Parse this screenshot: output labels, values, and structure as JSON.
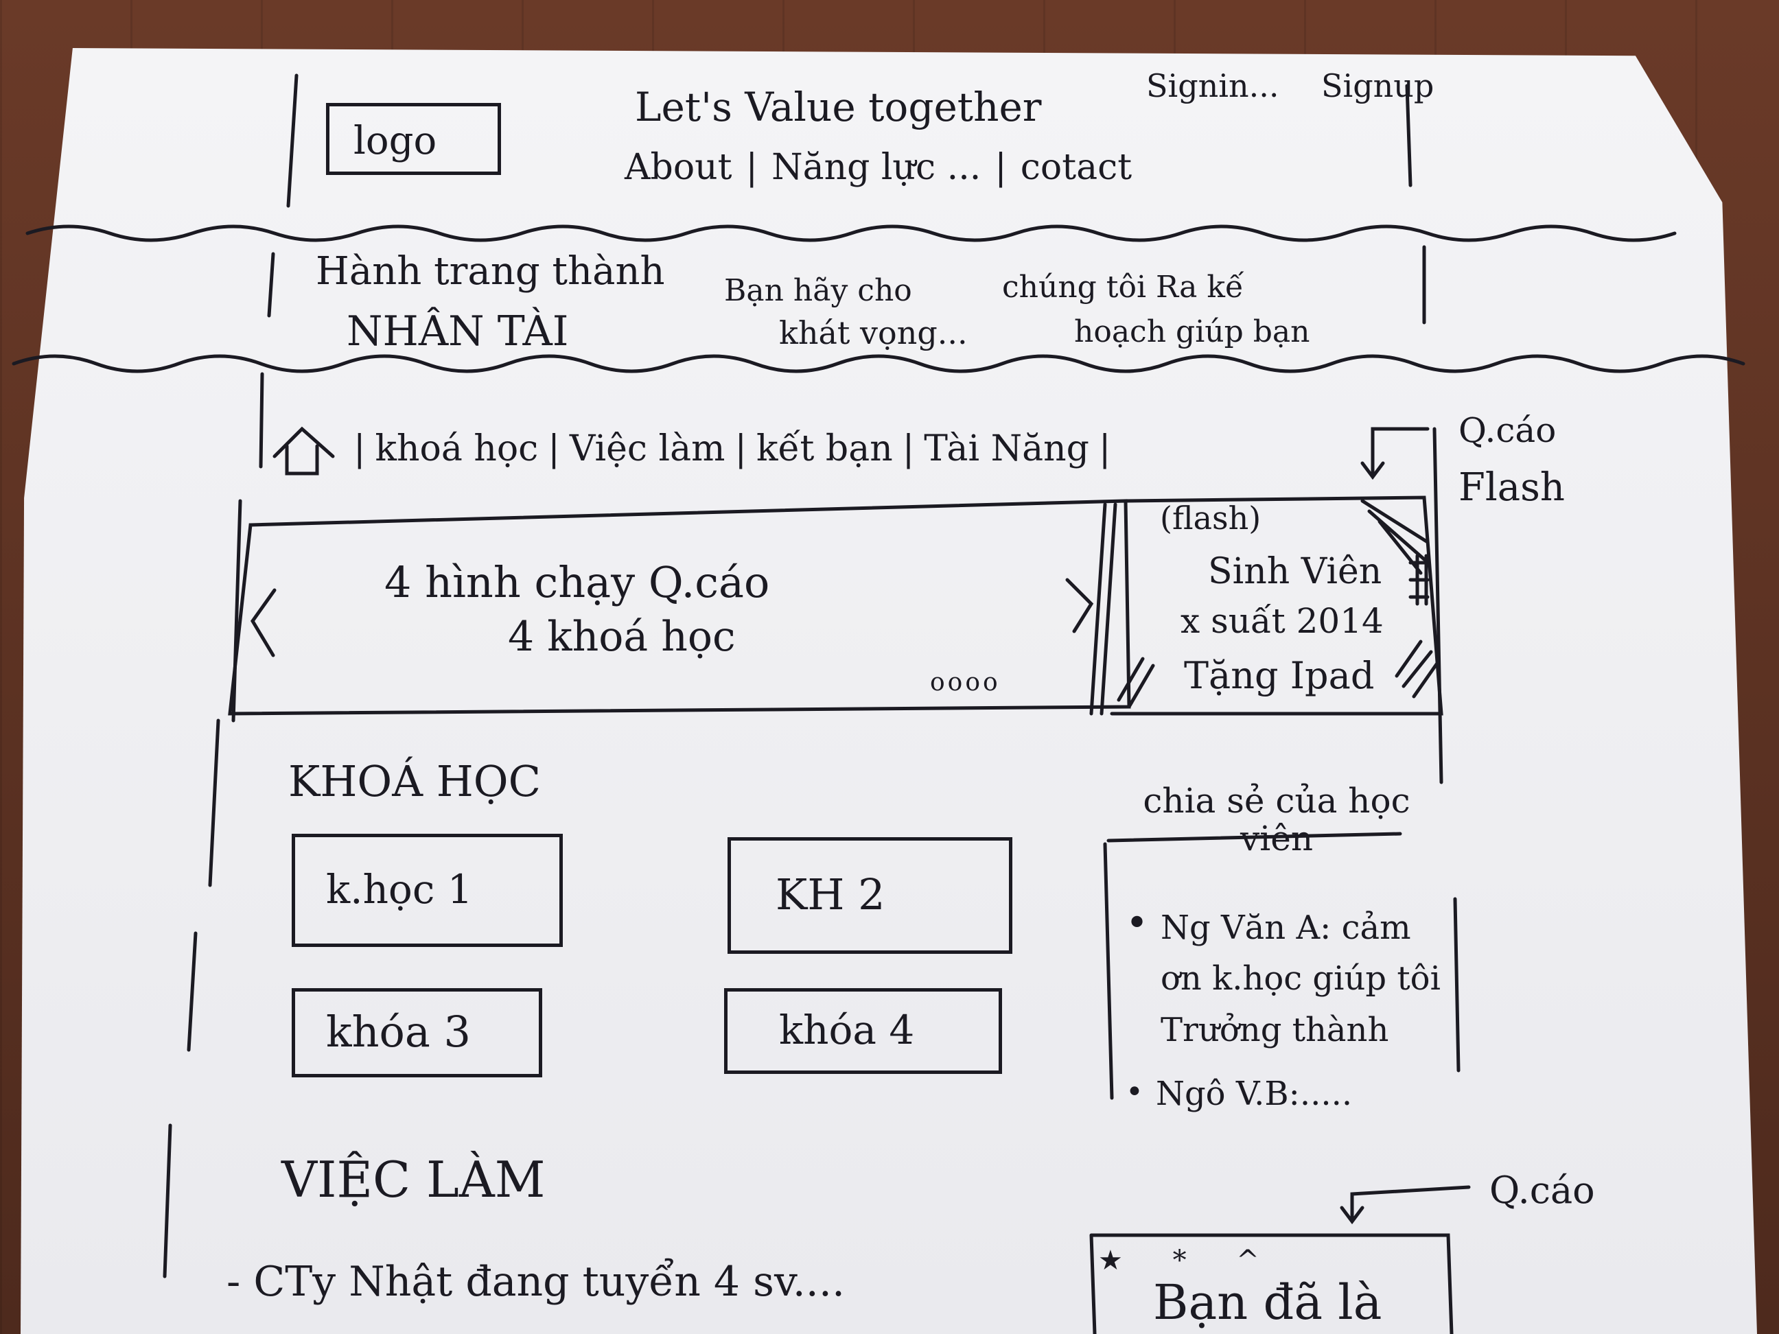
{
  "header": {
    "logo": "logo",
    "tagline": "Let's Value together",
    "nav": [
      "About",
      "Năng lực ...",
      "cotact"
    ],
    "sign_in": "Signin...",
    "sign_up": "Signup"
  },
  "banner": {
    "title_line1": "Hành trang thành",
    "title_line2": "NHÂN TÀI",
    "text_left_line1": "Bạn hãy cho",
    "text_left_line2": "khát vọng...",
    "text_right_line1": "chúng tôi Ra kế",
    "text_right_line2": "hoạch giúp bạn"
  },
  "menu": {
    "items": [
      "khoá học",
      "Việc làm",
      "kết bạn",
      "Tài Năng"
    ]
  },
  "slider": {
    "line1": "4 hình chạy Q.cáo",
    "line2": "4 khoá học",
    "dots": "oooo",
    "prev": "<",
    "next": ">"
  },
  "flash_ad": {
    "tag": "(flash)",
    "line1": "Sinh Viên",
    "line2": "x suất 2014",
    "line3": "Tặng Ipad",
    "annotation_line1": "Q.cáo",
    "annotation_line2": "Flash"
  },
  "courses": {
    "heading": "KHOÁ HỌC",
    "items": [
      "k.học 1",
      "KH 2",
      "khóa 3",
      "khóa 4"
    ]
  },
  "testimonials": {
    "heading": "chia sẻ của học viên",
    "items": [
      "Ng Văn A: cảm ơn k.học giúp tôi Trưởng thành",
      "Ngô V.B:....."
    ]
  },
  "jobs": {
    "heading": "VIỆC LÀM",
    "items": [
      "- CTy Nhật đang tuyển 4 sv...."
    ]
  },
  "bottom_ad": {
    "annotation": "Q.cáo",
    "text": "Bạn đã là"
  }
}
